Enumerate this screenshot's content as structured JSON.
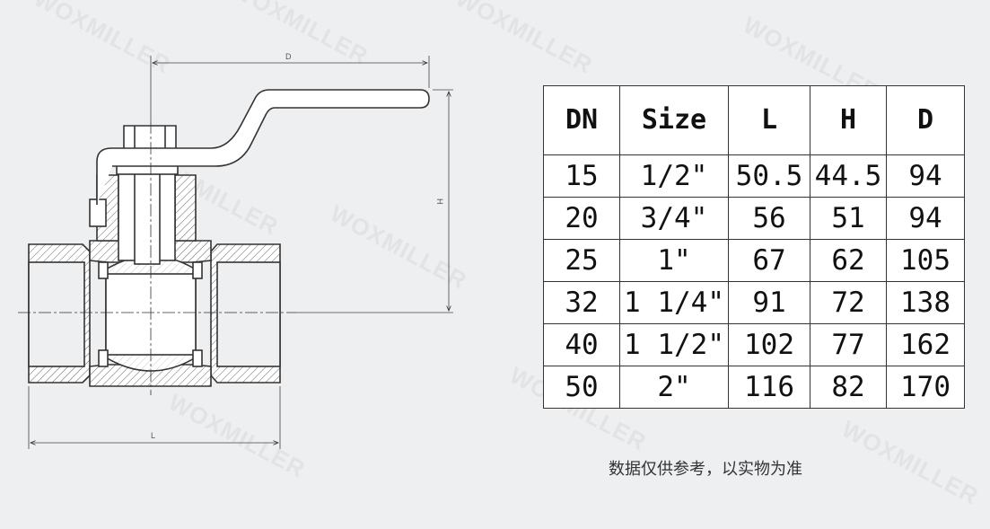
{
  "watermark": "WOXMILLER",
  "drawing": {
    "dim_d_label": "D",
    "dim_h_label": "H",
    "dim_l_label": "L"
  },
  "table": {
    "headers": [
      "DN",
      "Size",
      "L",
      "H",
      "D"
    ],
    "rows": [
      [
        "15",
        "1/2\"",
        "50.5",
        "44.5",
        "94"
      ],
      [
        "20",
        "3/4\"",
        "56",
        "51",
        "94"
      ],
      [
        "25",
        "1\"",
        "67",
        "62",
        "105"
      ],
      [
        "32",
        "1 1/4\"",
        "91",
        "72",
        "138"
      ],
      [
        "40",
        "1 1/2\"",
        "102",
        "77",
        "162"
      ],
      [
        "50",
        "2\"",
        "116",
        "82",
        "170"
      ]
    ]
  },
  "note": "数据仅供参考，以实物为准",
  "colors": {
    "line": "#333333",
    "hatch": "#555555",
    "background": "#eeeff1"
  }
}
